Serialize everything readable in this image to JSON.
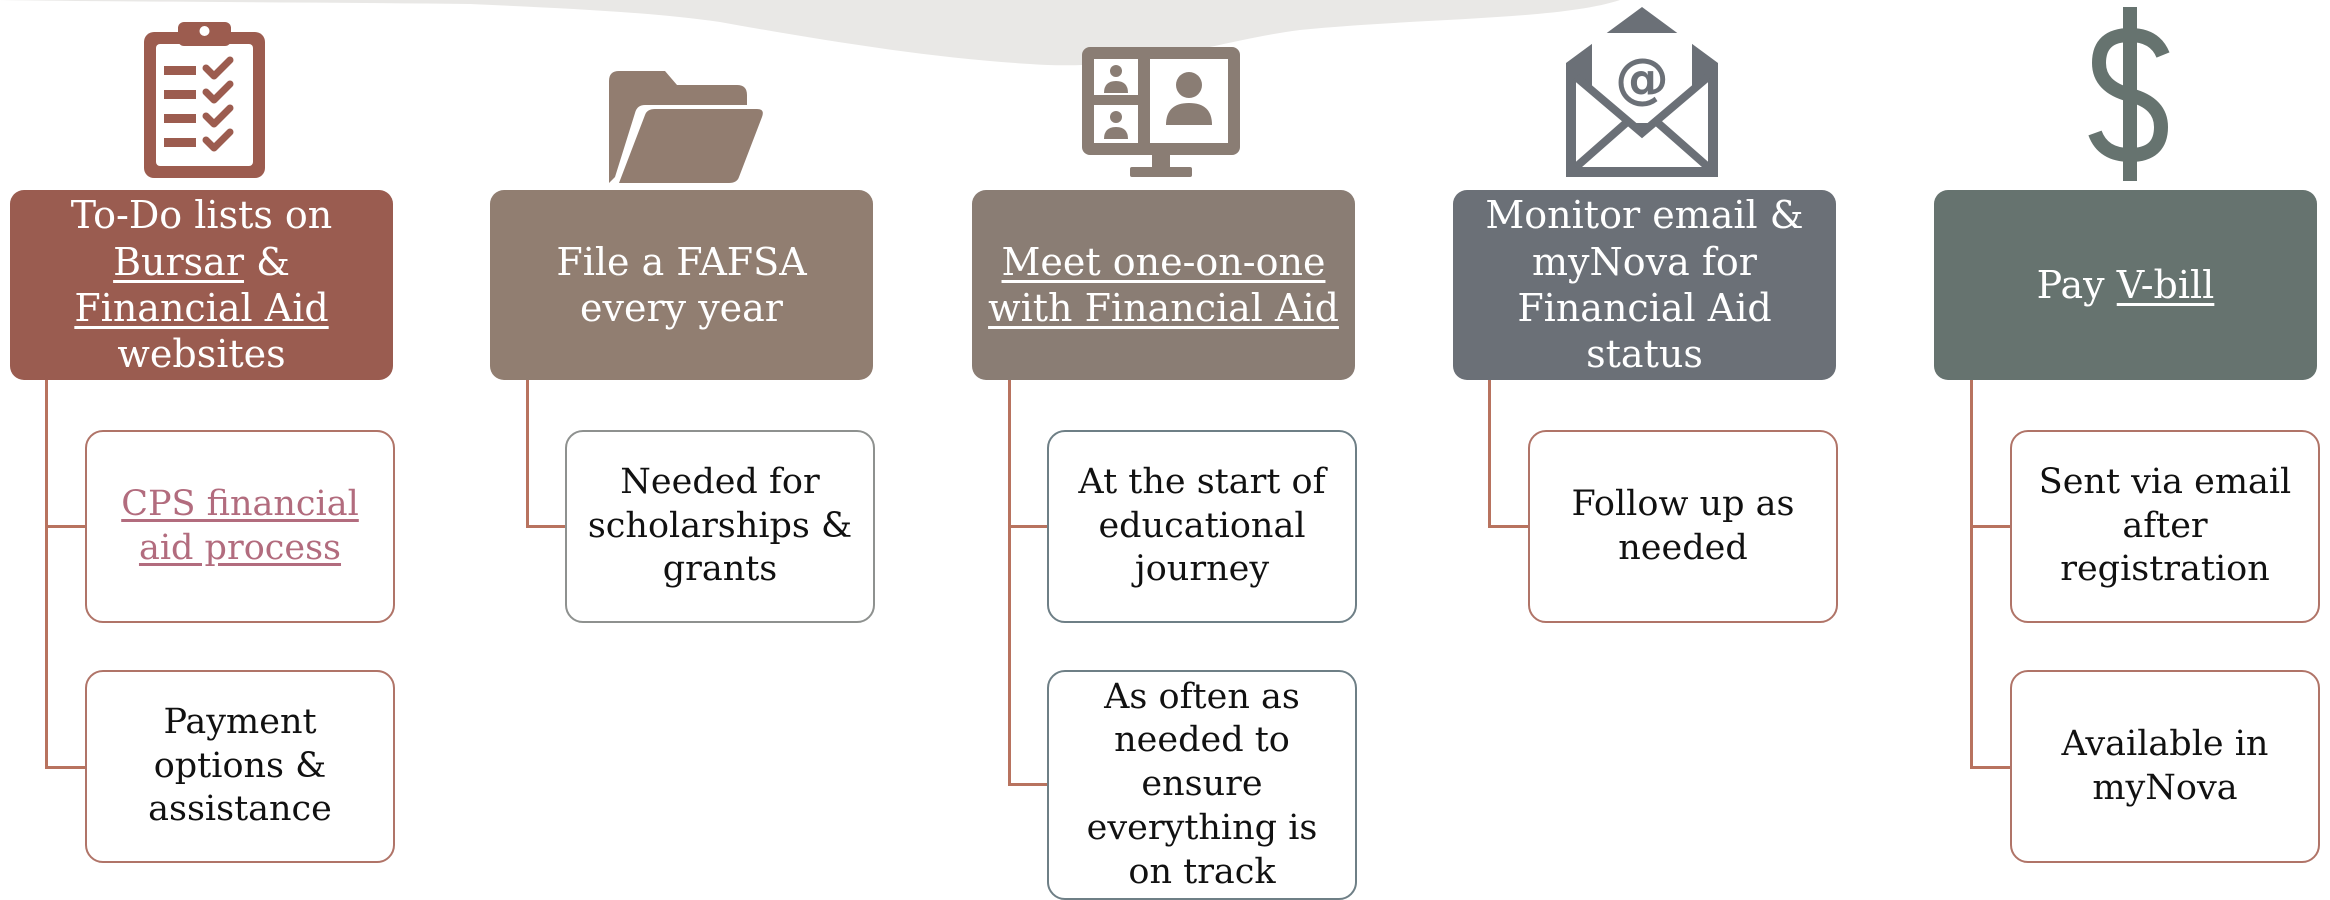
{
  "colors": {
    "col1": "#9a5c50",
    "col2": "#917e71",
    "col3": "#8a7d74",
    "col4": "#6b7077",
    "col5": "#66736f",
    "connector": "#b8735f",
    "link": "#b26c7e"
  },
  "columns": [
    {
      "icon": "clipboard-checklist-icon",
      "header": {
        "pre": "To-Do lists on ",
        "link1": "Bursar",
        "mid": " & ",
        "link2": "Financial Aid",
        "post": " websites"
      },
      "items": [
        {
          "link": "CPS financial aid process"
        },
        {
          "text": "Payment options & assistance"
        }
      ]
    },
    {
      "icon": "folder-icon",
      "header": {
        "text": "File a FAFSA every year"
      },
      "items": [
        {
          "text": "Needed for scholarships & grants"
        }
      ]
    },
    {
      "icon": "video-meeting-monitor-icon",
      "header": {
        "link": "Meet one-on-one with Financial Aid"
      },
      "items": [
        {
          "text": "At the start of educational journey"
        },
        {
          "text": "As often as needed to ensure everything is on track"
        }
      ]
    },
    {
      "icon": "email-envelope-icon",
      "header": {
        "text": "Monitor email & myNova for Financial Aid status"
      },
      "items": [
        {
          "text": "Follow up as needed"
        }
      ]
    },
    {
      "icon": "dollar-sign-icon",
      "header": {
        "pre": "Pay ",
        "link": "V-bill"
      },
      "items": [
        {
          "text": "Sent via email after registration"
        },
        {
          "text": "Available in myNova"
        }
      ]
    }
  ]
}
